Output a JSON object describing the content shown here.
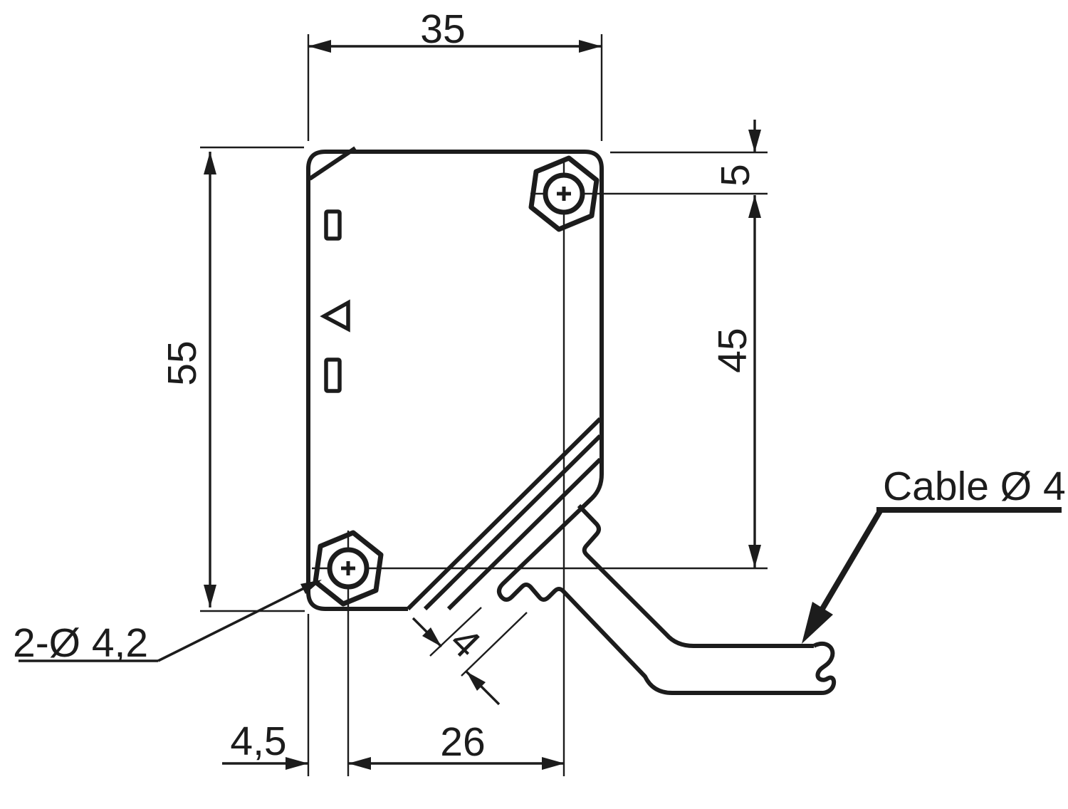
{
  "drawing": {
    "type": "technical-dimension-drawing",
    "subject": "photoelectric-sensor-side-view-with-cable",
    "dimensions": {
      "body_width_top": "35",
      "body_height_left": "55",
      "hole_offset_from_top": "5",
      "hole_vertical_spacing": "45",
      "slant_plate_thickness": "4",
      "edge_to_hole": "4,5",
      "hole_horizontal_spacing": "26"
    },
    "labels": {
      "mounting_holes": "2-Ø 4,2",
      "cable": "Cable Ø 4"
    },
    "colors": {
      "line": "#1c1c1c",
      "background": "#ffffff"
    }
  }
}
